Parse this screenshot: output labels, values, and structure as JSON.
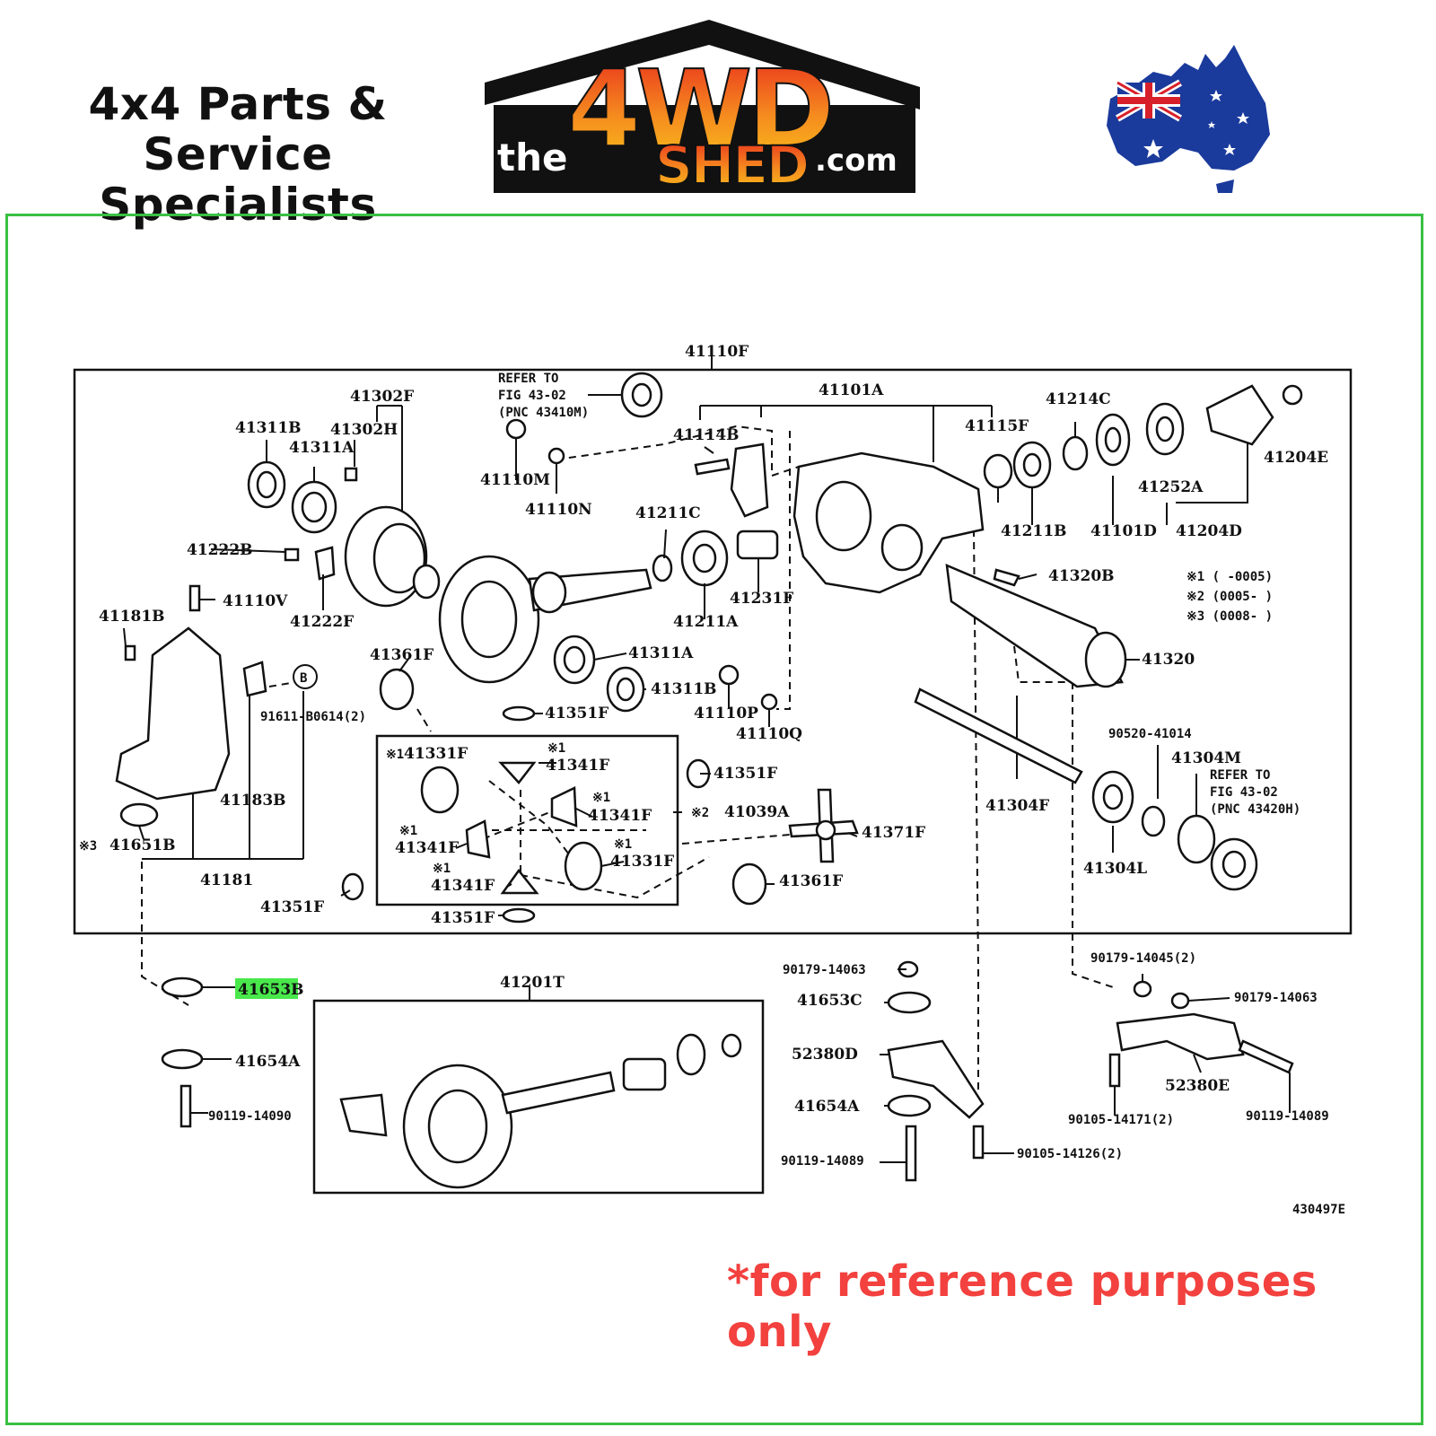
{
  "header": {
    "tagline_line1": "4x4 Parts & Service",
    "tagline_line2": "Specialists",
    "logo": {
      "prefix": "the",
      "main": "4WD",
      "sub": "SHED",
      "suffix": ".com"
    },
    "flag_icon": "australia-flag-map"
  },
  "diagram": {
    "figure_id": "430497E",
    "highlight_color": "#49e84b",
    "highlighted_part": "41653B",
    "parts": {
      "p41110F": "41110F",
      "p41101A": "41101A",
      "p41302F": "41302F",
      "p41311B": "41311B",
      "p41302H": "41302H",
      "p41311A": "41311A",
      "p41110M": "41110M",
      "p41110N": "41110N",
      "p41114B": "41114B",
      "p41214C": "41214C",
      "p41115F": "41115F",
      "p41204E": "41204E",
      "p41252A": "41252A",
      "p41211B": "41211B",
      "p41101D": "41101D",
      "p41204D": "41204D",
      "p41222B": "41222B",
      "p41211C": "41211C",
      "p41110V": "41110V",
      "p41222F": "41222F",
      "p41231F": "41231F",
      "p41211A": "41211A",
      "p41320B": "41320B",
      "p41181B": "41181B",
      "p41361F_a": "41361F",
      "p41311A_b": "41311A",
      "p41320": "41320",
      "p41311B_b": "41311B",
      "p91611": "91611-B0614(2)",
      "p41351F_a": "41351F",
      "p41110P": "41110P",
      "p41110Q": "41110Q",
      "p41331F_a": "41331F",
      "p41341F_a": "41341F",
      "p41351F_b": "41351F",
      "p41183B": "41183B",
      "p41341F_b": "41341F",
      "p41039A": "41039A",
      "p41371F": "41371F",
      "p41304F": "41304F",
      "p41651B": "41651B",
      "p41341F_c": "41341F",
      "p41331F_b": "41331F",
      "p41181": "41181",
      "p41341F_d": "41341F",
      "p41361F_b": "41361F",
      "p41351F_c": "41351F",
      "p41351F_d": "41351F",
      "p90520": "90520-41014",
      "p41304M": "41304M",
      "p41304L": "41304L",
      "p41653B": "41653B",
      "p41201T": "41201T",
      "p41654A_a": "41654A",
      "p90119_14090": "90119-14090",
      "p90179_14063_a": "90179-14063",
      "p41653C": "41653C",
      "p52380D": "52380D",
      "p41654A_b": "41654A",
      "p90119_14089_a": "90119-14089",
      "p90105_14126": "90105-14126(2)",
      "p90179_14045": "90179-14045(2)",
      "p90179_14063_b": "90179-14063",
      "p52380E": "52380E",
      "p90105_14171": "90105-14171(2)",
      "p90119_14089_b": "90119-14089",
      "circle_b": "B"
    },
    "notes": {
      "refer1_l1": "REFER TO",
      "refer1_l2": "FIG 43-02",
      "refer1_l3": "(PNC 43410M)",
      "refer2_l1": "REFER TO",
      "refer2_l2": "FIG 43-02",
      "refer2_l3": "(PNC 43420H)",
      "legend1": "※1 (      -0005)",
      "legend2": "※2 (0005-      )",
      "legend3": "※3 (0008-      )",
      "m1": "※1",
      "m2": "※2",
      "m3": "※3"
    }
  },
  "footer": {
    "note": "*for reference purposes only",
    "note_color": "#f2413e"
  }
}
